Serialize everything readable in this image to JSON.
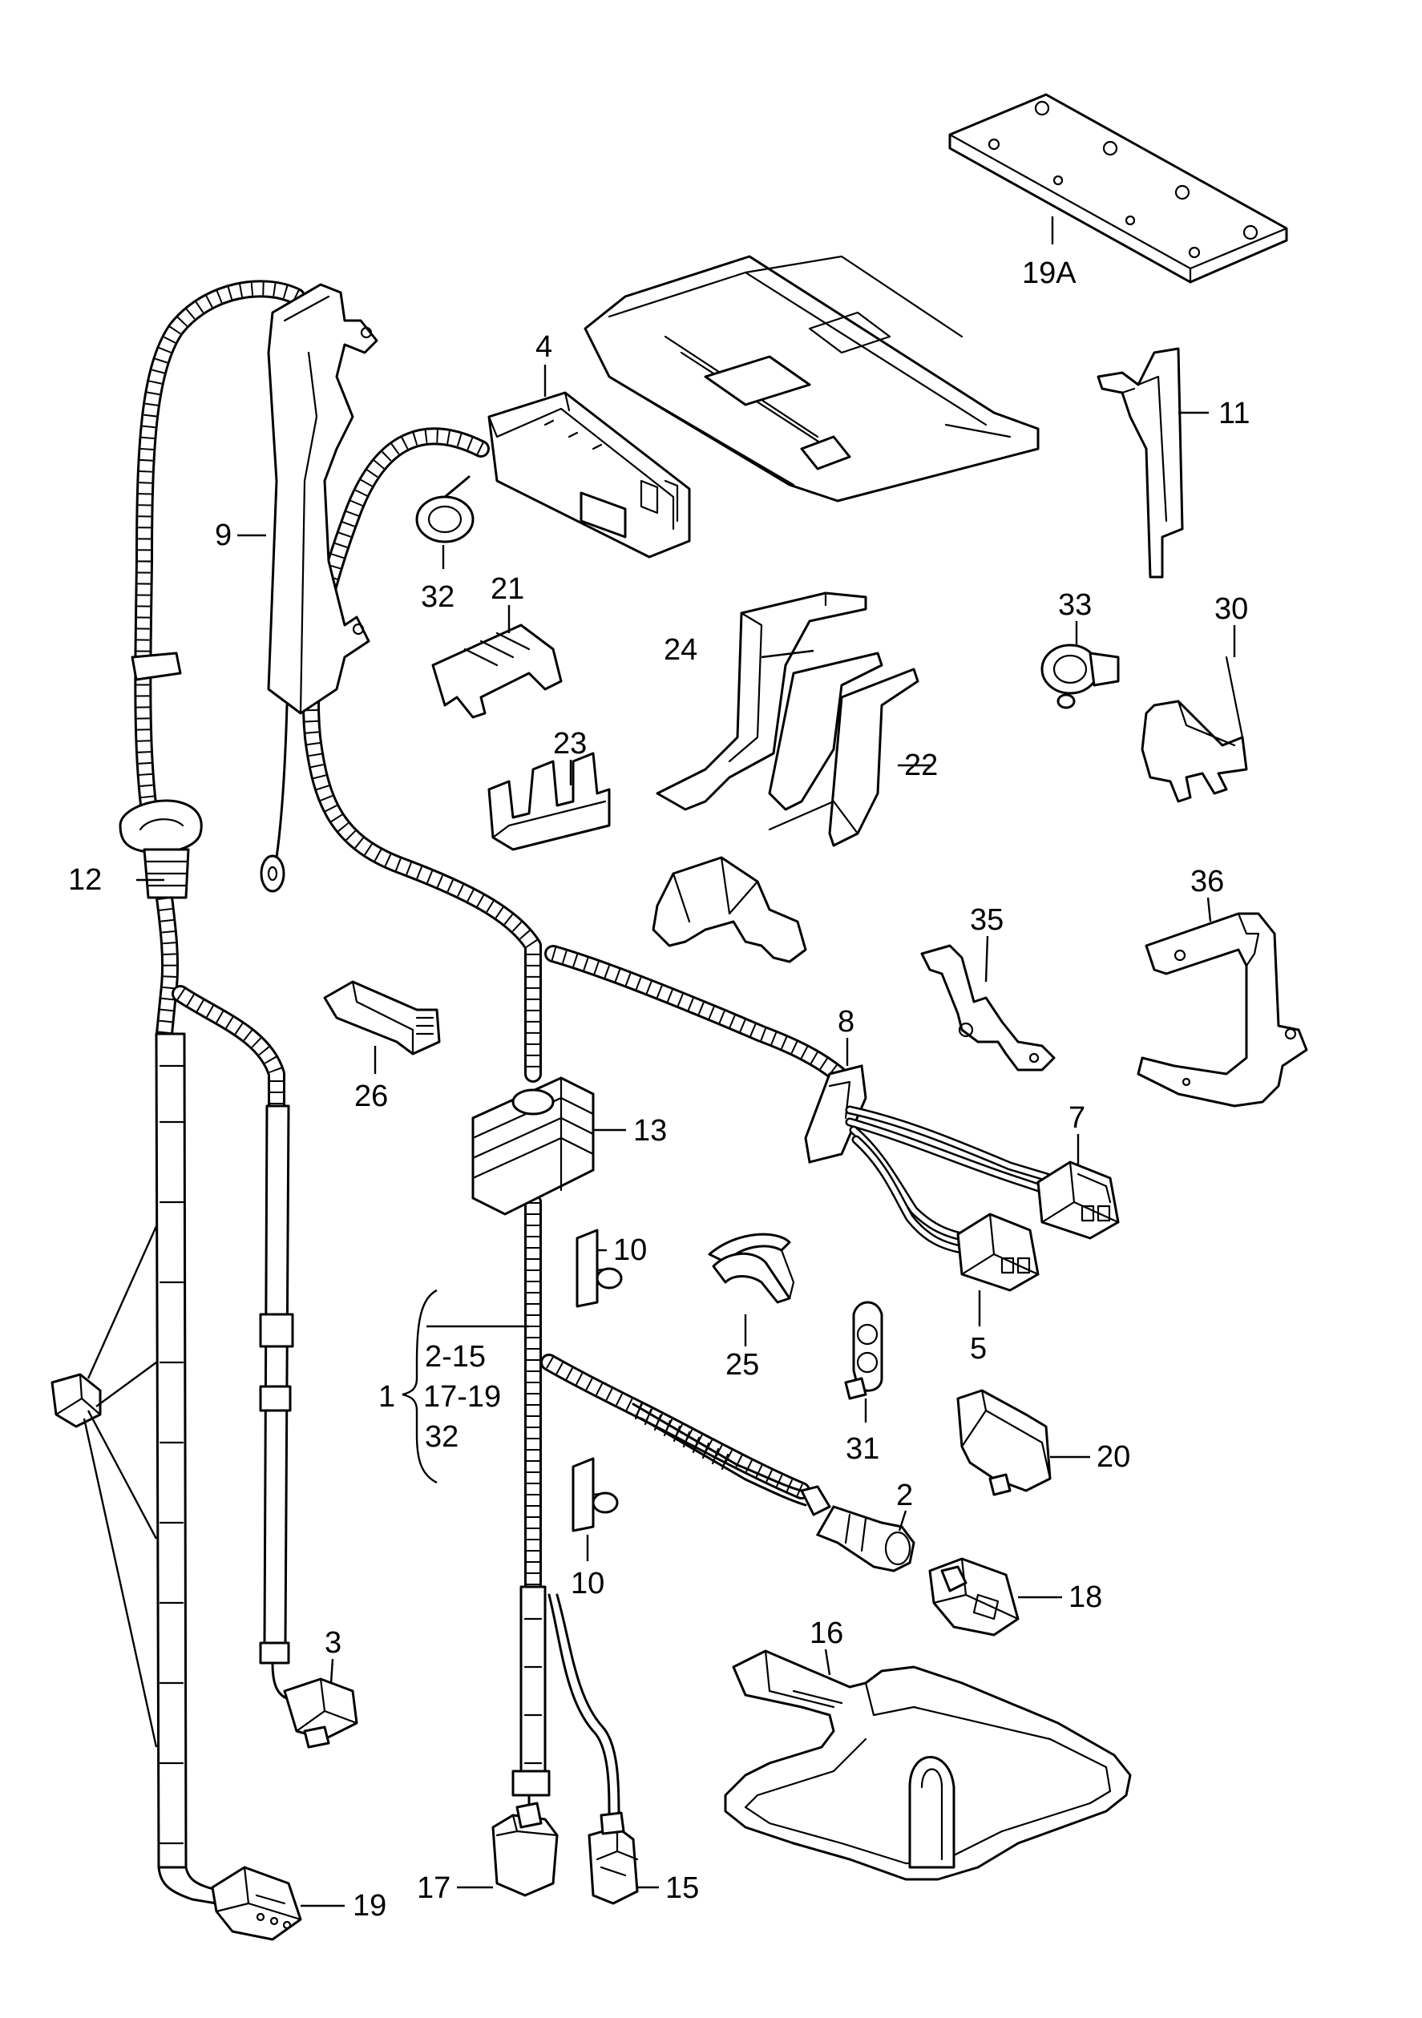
{
  "callouts": {
    "c1": "1",
    "c1_range_a": "2-15",
    "c1_range_b": "17-19",
    "c1_range_c": "32",
    "c2": "2",
    "c3": "3",
    "c4": "4",
    "c5": "5",
    "c7": "7",
    "c8": "8",
    "c9": "9",
    "c10a": "10",
    "c10b": "10",
    "c11": "11",
    "c12": "12",
    "c13": "13",
    "c15": "15",
    "c16": "16",
    "c17": "17",
    "c18": "18",
    "c19": "19",
    "c19a": "19A",
    "c20": "20",
    "c21": "21",
    "c22": "22",
    "c23": "23",
    "c24": "24",
    "c25": "25",
    "c26": "26",
    "c30": "30",
    "c31": "31",
    "c32": "32",
    "c33": "33",
    "c35": "35",
    "c36": "36"
  }
}
